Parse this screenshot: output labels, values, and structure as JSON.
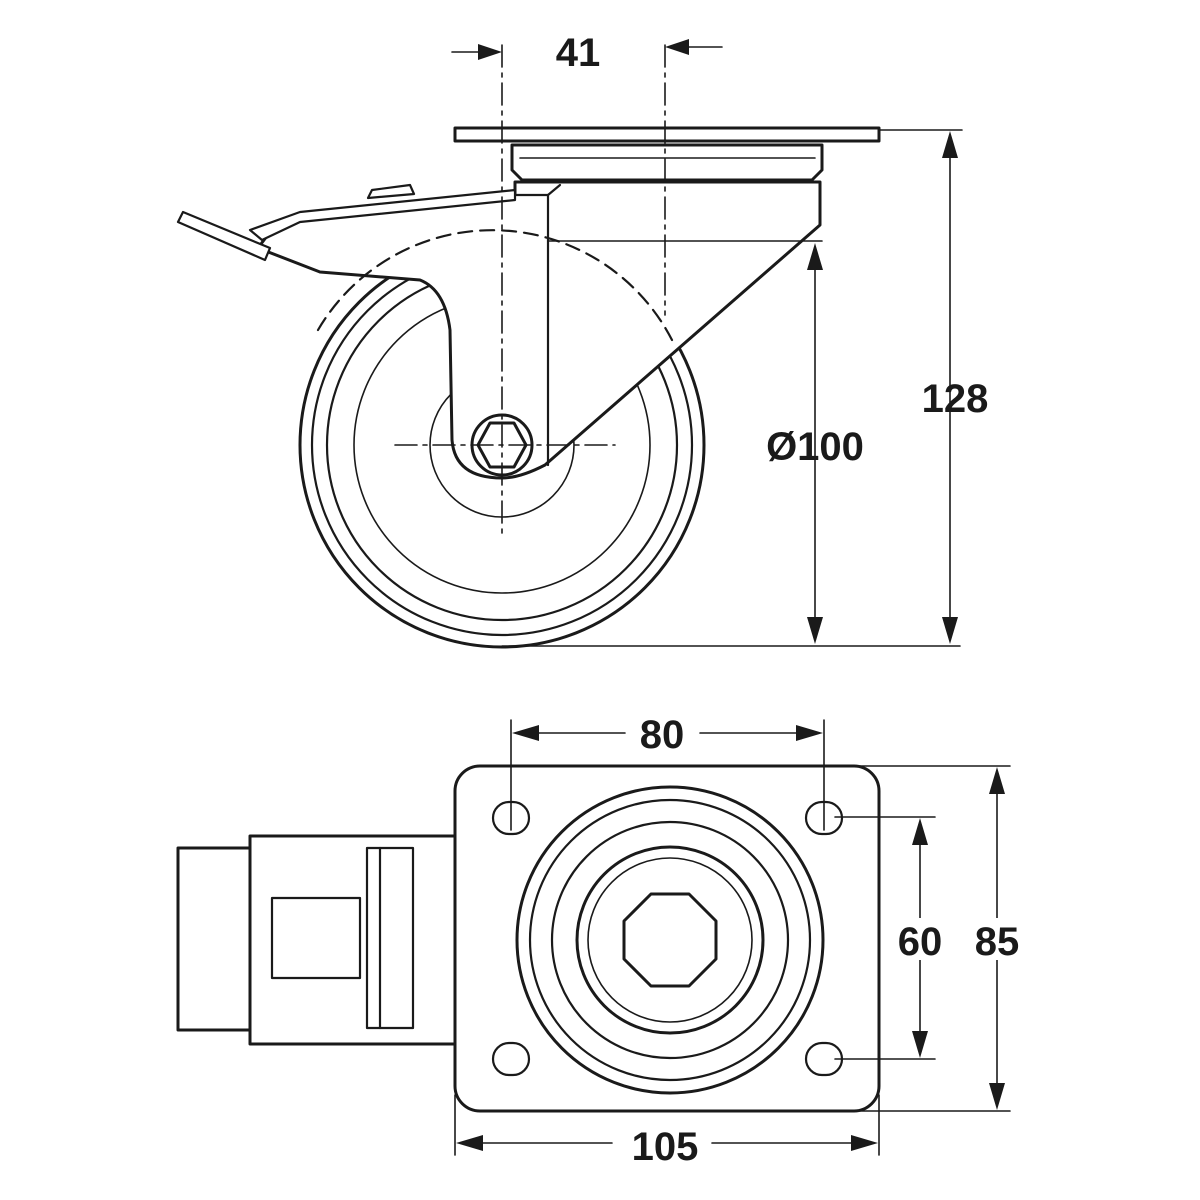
{
  "dimensions": {
    "offset": "41",
    "height": "128",
    "wheel_diameter": "Ø100",
    "hole_spacing_x": "80",
    "hole_spacing_y": "60",
    "plate_height": "85",
    "plate_width": "105"
  },
  "colors": {
    "line": "#1a1a1a",
    "background": "#ffffff"
  }
}
